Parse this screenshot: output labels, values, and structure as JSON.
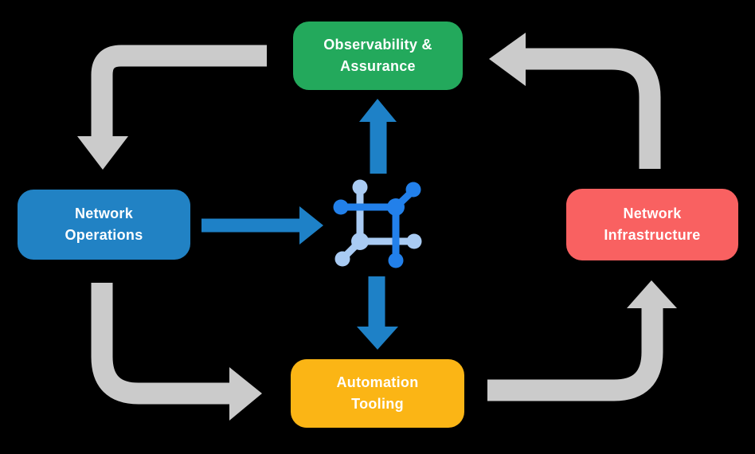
{
  "diagram": {
    "background_color": "#000000",
    "nodes": {
      "top": {
        "label": "Observability & Assurance",
        "label_line1": "Observability &",
        "label_line2": "Assurance",
        "color": "#23A95C"
      },
      "left": {
        "label": "Network Operations",
        "label_line1": "Network",
        "label_line2": "Operations",
        "color": "#2182C4"
      },
      "right": {
        "label": "Network Infrastructure",
        "label_line1": "Network",
        "label_line2": "Infrastructure",
        "color": "#F96161"
      },
      "bottom": {
        "label": "Automation Tooling",
        "label_line1": "Automation",
        "label_line2": "Tooling",
        "color": "#FBB515"
      }
    },
    "colors": {
      "flow_arrow": "#CBCBCB",
      "data_arrow": "#1E81C7",
      "icon_dark": "#2280EA",
      "icon_light": "#A9CBF3",
      "text": "#FFFFFF"
    },
    "center_icon": "network-mesh-icon",
    "connections": [
      {
        "from": "Observability & Assurance",
        "to": "Network Operations",
        "style": "gray-cycle"
      },
      {
        "from": "Network Operations",
        "to": "Automation Tooling",
        "style": "gray-cycle"
      },
      {
        "from": "Automation Tooling",
        "to": "Network Infrastructure",
        "style": "gray-cycle"
      },
      {
        "from": "Network Infrastructure",
        "to": "Observability & Assurance",
        "style": "gray-cycle"
      },
      {
        "from": "Network Operations",
        "to": "network-mesh-icon",
        "style": "blue-direct"
      },
      {
        "from": "network-mesh-icon",
        "to": "Observability & Assurance",
        "style": "blue-direct"
      },
      {
        "from": "network-mesh-icon",
        "to": "Automation Tooling",
        "style": "blue-direct"
      }
    ]
  }
}
